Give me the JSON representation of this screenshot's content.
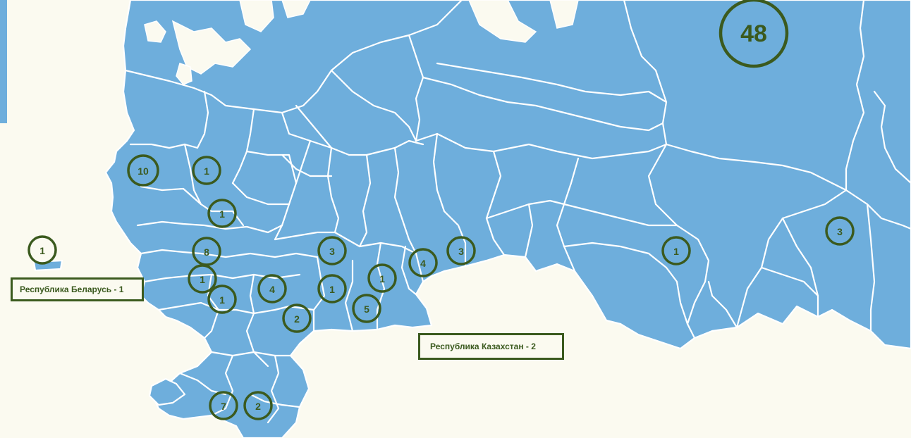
{
  "markers": [
    {
      "value": "48",
      "color": "#3b5a1e"
    },
    {
      "value": "10"
    },
    {
      "value": "1"
    },
    {
      "value": "1"
    },
    {
      "value": "8"
    },
    {
      "value": "1"
    },
    {
      "value": "1"
    },
    {
      "value": "4"
    },
    {
      "value": "2"
    },
    {
      "value": "3"
    },
    {
      "value": "1"
    },
    {
      "value": "1"
    },
    {
      "value": "5"
    },
    {
      "value": "4"
    },
    {
      "value": "3"
    },
    {
      "value": "1"
    },
    {
      "value": "3"
    },
    {
      "value": "7"
    },
    {
      "value": "2"
    },
    {
      "value": "1"
    }
  ],
  "labels": {
    "belarus": "Республика Беларусь - 1",
    "kazakhstan": "Республика Казахстан - 2"
  },
  "colors": {
    "land": "#6eaedc",
    "background": "#fbfaf0",
    "marker": "#3b5a1e",
    "borders": "#ffffff"
  }
}
